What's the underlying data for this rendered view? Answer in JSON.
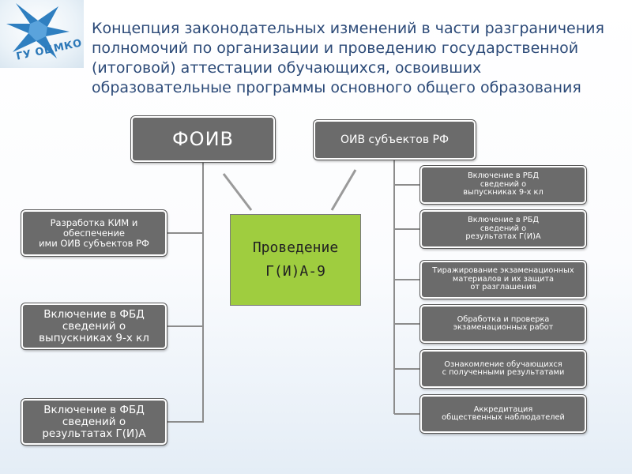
{
  "logo": {
    "text": "ГУ ОЦМКО",
    "color": "#2c78b8"
  },
  "title": "Концепция законодательных изменений в части разграничения полномочий по организации и проведению государственной (итоговой) аттестации обучающихся, освоивших образовательные программы основного общего образования",
  "nodes": {
    "foiv": "ФОИВ",
    "oiv": "ОИВ субъектов РФ",
    "center": "Проведение\nГ(И)А-9",
    "left": [
      "Разработка КИМ и\nобеспечение\nими ОИВ субъектов РФ",
      "Включение в ФБД\nсведений о\nвыпускниках 9-х кл",
      "Включение в ФБД\nсведений о\nрезультатах Г(И)А"
    ],
    "right": [
      "Включение в РБД\nсведений о\nвыпускниках 9-х кл",
      "Включение в РБД\nсведений о\nрезультатах Г(И)А",
      "Тиражирование экзаменационных\nматериалов и их защита\nот разглашения",
      "Обработка и проверка\nэкзаменационных работ",
      "Ознакомление обучающихся\nс полученными результатами",
      "Аккредитация\nобщественных наблюдателей"
    ]
  },
  "colors": {
    "box": "#6b6b6b",
    "center": "#9fcd3f",
    "title": "#2c4a78",
    "line": "#8c8c8c"
  }
}
